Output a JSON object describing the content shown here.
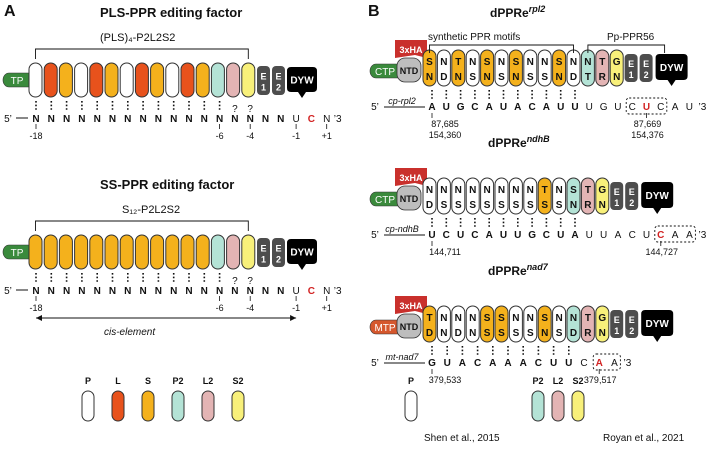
{
  "colors": {
    "P": "#ffffff",
    "L": "#e8521c",
    "S": "#f4b11c",
    "P2": "#b4e3d6",
    "L2": "#e3b4b4",
    "S2": "#f8f07a",
    "TP": "#3a8a3c",
    "CTP": "#3a8a3c",
    "MTP": "#d5572d",
    "NTD": "#bdbdbd",
    "E": "#4d4d4d",
    "DYW": "#000000",
    "HA": "#c9302c",
    "red": "#d22222"
  },
  "panelA": {
    "letter": "A",
    "pls": {
      "title": "PLS-PPR editing factor",
      "bracket_label": "(PLS)₄-P2L2S2",
      "tp": "TP",
      "e1": "E\n1",
      "e2": "E\n2",
      "dyw": "DYW",
      "motifs": [
        "P",
        "L",
        "S",
        "P",
        "L",
        "S",
        "P",
        "L",
        "S",
        "P",
        "L",
        "S",
        "P2",
        "L2",
        "S2"
      ],
      "prime5": "5’",
      "prime3": "’3",
      "seq": [
        "N",
        "N",
        "N",
        "N",
        "N",
        "N",
        "N",
        "N",
        "N",
        "N",
        "N",
        "N",
        "N",
        "N",
        "N",
        "N",
        "N",
        "U",
        "C",
        "N"
      ],
      "bold": [
        true,
        true,
        true,
        true,
        true,
        true,
        true,
        true,
        true,
        true,
        true,
        true,
        true,
        true,
        true,
        false,
        false,
        false,
        false,
        false
      ],
      "pos": [
        "-18",
        "-6",
        "-4",
        "-1",
        "+1"
      ],
      "q": "?"
    },
    "ss": {
      "title": "SS-PPR editing factor",
      "bracket_label": "S₁₂-P2L2S2",
      "tp": "TP",
      "dyw": "DYW",
      "motifs": [
        "S",
        "S",
        "S",
        "S",
        "S",
        "S",
        "S",
        "S",
        "S",
        "S",
        "S",
        "S",
        "P2",
        "L2",
        "S2"
      ],
      "seq": [
        "N",
        "N",
        "N",
        "N",
        "N",
        "N",
        "N",
        "N",
        "N",
        "N",
        "N",
        "N",
        "N",
        "N",
        "N",
        "N",
        "N",
        "U",
        "C",
        "N"
      ],
      "pos": [
        "-18",
        "-6",
        "-4",
        "-1",
        "+1"
      ],
      "cis": "cis-element",
      "q": "?"
    },
    "legend": [
      "P",
      "L",
      "S",
      "P2",
      "L2",
      "S2"
    ]
  },
  "panelB": {
    "letter": "B",
    "rpl2": {
      "title": "dPPRe",
      "sup": "rpl2",
      "ha": "3xHA",
      "tp": "CTP",
      "ntd": "NTD",
      "dyw": "DYW",
      "bracket_synth": "synthetic PPR motifs",
      "bracket_pp": "Pp-PPR56",
      "motifs": [
        "S\nN",
        "N\nD",
        "T\nN",
        "N\nS",
        "S\nN",
        "N\nS",
        "S\nN",
        "N\nS",
        "N\nS",
        "S\nN",
        "N\nD",
        "N\nT",
        "T\nR",
        "G\nN"
      ],
      "types": [
        "S",
        "P",
        "S",
        "P",
        "S",
        "P",
        "S",
        "P",
        "P",
        "S",
        "P",
        "P2",
        "L2",
        "S2"
      ],
      "gene": "cp-rpl2",
      "seq": [
        "A",
        "U",
        "G",
        "C",
        "A",
        "U",
        "A",
        "C",
        "A",
        "U",
        "U",
        "U",
        "G",
        "U",
        "C",
        "U",
        "C",
        "A",
        "U"
      ],
      "bold": [
        true,
        true,
        true,
        true,
        true,
        true,
        true,
        true,
        true,
        true,
        true,
        false,
        false,
        false,
        false,
        false,
        false,
        false,
        false
      ],
      "left_num": [
        "87,685",
        "154,360"
      ],
      "right_num": [
        "87,669",
        "154,376"
      ]
    },
    "ndhB": {
      "title": "dPPRe",
      "sup": "ndhB",
      "ha": "3xHA",
      "tp": "CTP",
      "ntd": "NTD",
      "dyw": "DYW",
      "motifs": [
        "N\nD",
        "N\nS",
        "N\nS",
        "N\nS",
        "N\nS",
        "N\nS",
        "N\nS",
        "N\nS",
        "T\nS",
        "N\nS",
        "S\nN",
        "T\nR",
        "G\nN"
      ],
      "types": [
        "P",
        "P",
        "P",
        "P",
        "P",
        "P",
        "P",
        "P",
        "S",
        "P",
        "P2",
        "L2",
        "S2"
      ],
      "gene": "cp-ndhB",
      "seq": [
        "U",
        "C",
        "U",
        "C",
        "A",
        "U",
        "U",
        "G",
        "C",
        "U",
        "A",
        "U",
        "U",
        "A",
        "C",
        "U",
        "C",
        "A",
        "A"
      ],
      "bold": [
        true,
        true,
        true,
        true,
        true,
        true,
        true,
        true,
        true,
        true,
        true,
        false,
        false,
        false,
        false,
        false,
        false,
        false,
        false
      ],
      "left_num": [
        "144,711"
      ],
      "right_num": [
        "144,727"
      ]
    },
    "nad7": {
      "title": "dPPRe",
      "sup": "nad7",
      "ha": "3xHA",
      "tp": "MTP",
      "ntd": "NTD",
      "dyw": "DYW",
      "motifs": [
        "T\nD",
        "N\nN",
        "N\nD",
        "N\nN",
        "S\nS",
        "S\nS",
        "N\nS",
        "N\nS",
        "S\nN",
        "N\nS",
        "N\nD",
        "T\nR",
        "G\nN"
      ],
      "types": [
        "S",
        "P",
        "P",
        "P",
        "S",
        "S",
        "P",
        "P",
        "S",
        "P",
        "P2",
        "L2",
        "S2"
      ],
      "gene": "mt-nad7",
      "seq": [
        "G",
        "U",
        "A",
        "C",
        "A",
        "A",
        "A",
        "C",
        "U",
        "U",
        "C",
        "A",
        "A"
      ],
      "bold": [
        true,
        true,
        true,
        true,
        true,
        true,
        true,
        true,
        true,
        true,
        false,
        false,
        false
      ],
      "left_num": [
        "379,533"
      ],
      "right_num": [
        "379,517"
      ]
    },
    "legend": {
      "p_label": "P",
      "shen": "Shen et al., 2015",
      "p2": "P2",
      "l2": "L2",
      "s2": "S2",
      "royan": "Royan et al., 2021"
    }
  }
}
